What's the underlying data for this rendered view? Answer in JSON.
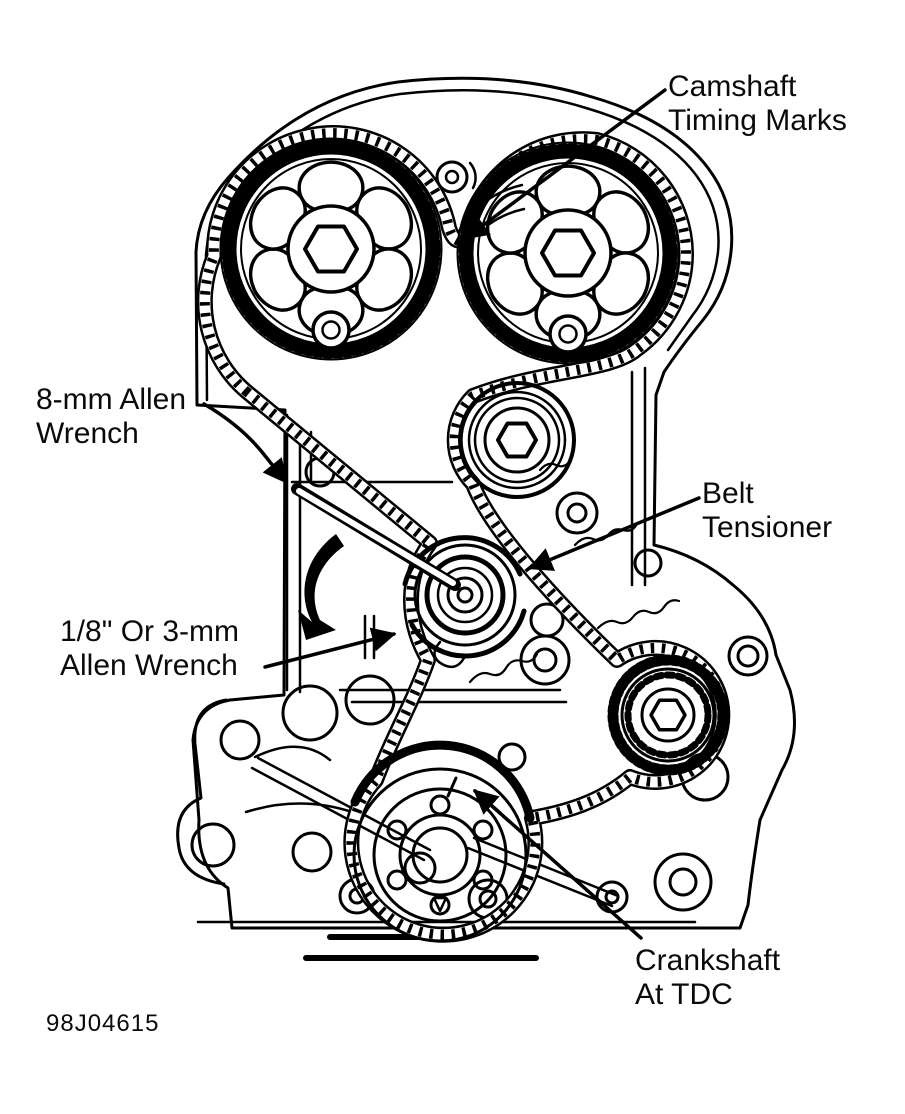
{
  "figure": {
    "code": "98J04615",
    "title_hint": "Engine timing belt alignment diagram"
  },
  "colors": {
    "ink": "#000000",
    "paper": "#ffffff"
  },
  "labels": {
    "camshaft_timing": {
      "line1": "Camshaft",
      "line2": "Timing Marks"
    },
    "allen_8mm": {
      "line1": "8-mm Allen",
      "line2": "Wrench"
    },
    "belt_tensioner": {
      "line1": "Belt",
      "line2": "Tensioner"
    },
    "allen_3mm": {
      "line1": "1/8\" Or 3-mm",
      "line2": "Allen Wrench"
    },
    "crankshaft_tdc": {
      "line1": "Crankshaft",
      "line2": "At TDC"
    }
  }
}
